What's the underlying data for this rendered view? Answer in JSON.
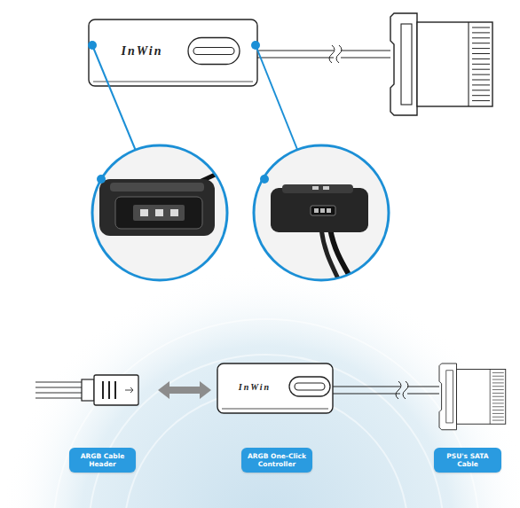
{
  "diagram": {
    "nodes": [
      {
        "text": [
          "ARGB Cable Header"
        ]
      },
      {
        "text": [
          "ARGB One-Click Controller"
        ]
      },
      {
        "text": [
          "PSU's SATA Cable"
        ]
      }
    ],
    "labels": [
      "InWin",
      "InWin"
    ]
  }
}
